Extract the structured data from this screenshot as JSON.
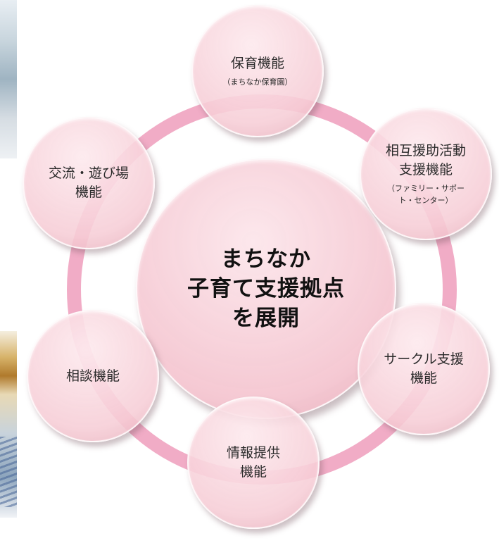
{
  "colors": {
    "ring": "#efa3c0",
    "circle_fill": "#f6cdd6",
    "center_fill": "#f4c4cf",
    "text": "#2a2a2a"
  },
  "center": {
    "title": "まちなか\n子育て支援拠点\nを展開"
  },
  "nodes": {
    "childcare": {
      "label": "保育機能",
      "note": "（まちなか保育園）"
    },
    "mutual_aid": {
      "label": "相互援助活動\n支援機能",
      "note": "（ファミリー・サポー\nト・センター）"
    },
    "circle_support": {
      "label": "サークル支援\n機能"
    },
    "info": {
      "label": "情報提供\n機能"
    },
    "consultation": {
      "label": "相談機能"
    },
    "exchange": {
      "label": "交流・遊び場\n機能"
    }
  }
}
